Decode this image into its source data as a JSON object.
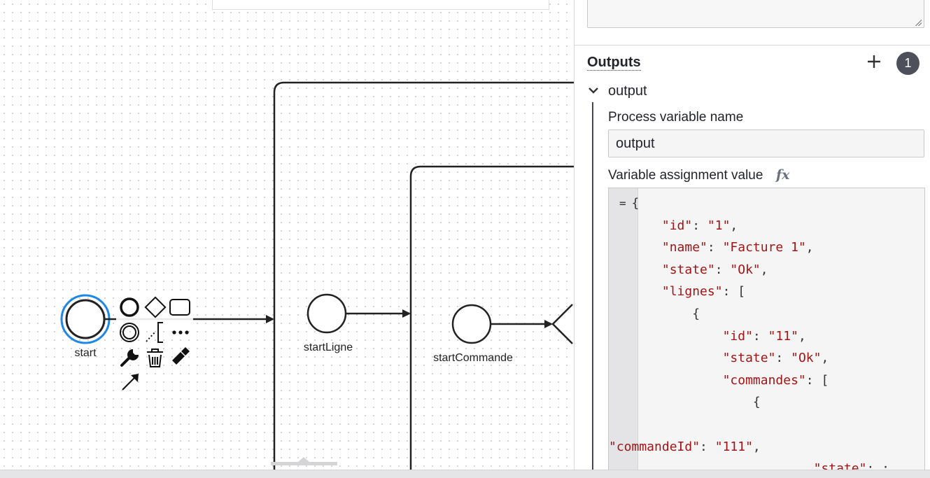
{
  "diagram": {
    "start_label": "start",
    "start_ligne_label": "startLigne",
    "start_commande_label": "startCommande"
  },
  "panel": {
    "outputs_title": "Outputs",
    "outputs_count": "1",
    "output_entry_title": "output",
    "process_variable_label": "Process variable name",
    "process_variable_value": "output",
    "assignment_label": "Variable assignment value",
    "fx_label": "fx",
    "code_gutter": "=",
    "code_lines": [
      {
        "indent": "",
        "key": "",
        "val": "",
        "tail": "{"
      },
      {
        "indent": "    ",
        "key": "\"id\"",
        "val": "\"1\"",
        "tail": ","
      },
      {
        "indent": "    ",
        "key": "\"name\"",
        "val": "\"Facture 1\"",
        "tail": ","
      },
      {
        "indent": "    ",
        "key": "\"state\"",
        "val": "\"Ok\"",
        "tail": ","
      },
      {
        "indent": "    ",
        "key": "\"lignes\"",
        "val": "",
        "tail": "["
      },
      {
        "indent": "        ",
        "key": "",
        "val": "",
        "tail": "{"
      },
      {
        "indent": "            ",
        "key": "\"id\"",
        "val": "\"11\"",
        "tail": ","
      },
      {
        "indent": "            ",
        "key": "\"state\"",
        "val": "\"Ok\"",
        "tail": ","
      },
      {
        "indent": "            ",
        "key": "\"commandes\"",
        "val": "",
        "tail": "["
      },
      {
        "indent": "                ",
        "key": "",
        "val": "",
        "tail": "{"
      },
      {
        "indent": "",
        "key": "",
        "val": "",
        "tail": ""
      },
      {
        "indent": "",
        "key": "\"commandeId\"",
        "val": "\"111\"",
        "tail": ","
      },
      {
        "indent": "                        ",
        "key": "\"state\"",
        "val": "",
        "tail": ":"
      }
    ]
  },
  "colors": {
    "selection": "#1e88e5",
    "badge": "#4d505a",
    "string": "#a31515"
  }
}
